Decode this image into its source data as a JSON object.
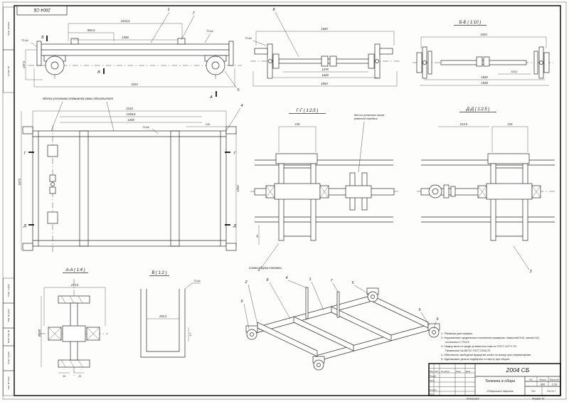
{
  "stamp": {
    "designation": "2004 СБ"
  },
  "margin": {
    "perv_primen": "Перв. примен.",
    "sprav_no": "Справ. №",
    "podp_data_1": "Подп. и дата",
    "inv_dubl": "Инв. № дубл.",
    "vzam_inv": "Взам. инв. №",
    "podp_data_2": "Подп. и дата",
    "inv_podl": "Инв. № подл."
  },
  "sections": {
    "a": "А",
    "b": "Б",
    "v": "В",
    "g": "Г",
    "d": "Д"
  },
  "callouts": {
    "c1": "1",
    "c2": "2",
    "c3": "3",
    "c4": "4",
    "c5": "5",
    "c6": "6",
    "c7": "7",
    "c8": "8"
  },
  "weld_tag": "Т3-∆4",
  "view_side": {
    "dim_1434": "1434,4",
    "dim_594": "594,4",
    "dim_1358": "1358",
    "dim_2324": "2324",
    "dim_137": "137,5"
  },
  "view_axle": {
    "dim_1660": "1660",
    "dim_1378": "1378",
    "dim_1628": "1628",
    "dim_1854": "1854"
  },
  "view_bb": {
    "title": "Б-Б ( 1:10 )",
    "dim_1503": "1503",
    "dim_526": "526,4",
    "dim_1920": "1920",
    "dim_1928": "1928"
  },
  "view_plan": {
    "caption": "Места установки подвижной рамы обогатителя",
    "dim_2318": "2318",
    "dim_1358_8": "1358,8",
    "dim_1358": "1358",
    "dim_228": "228",
    "dim_1254": "1254",
    "dim_1873": "1873"
  },
  "view_gg": {
    "title": "Г-Г ( 1:2,5 )",
    "pulley_note_1": "Место установки шкива",
    "pulley_note_2": "ременной передачи",
    "dim_215": "215",
    "dim_32": "32"
  },
  "view_dd": {
    "title": "Д-Д ( 1:2,5 )",
    "dim_213": "213,5",
    "dim_215": "215"
  },
  "view_aa": {
    "title": "А-А ( 1:4 )",
    "dim_213": "213,5",
    "dim_d550": "Ø550",
    "dim_30": "30",
    "dim_15": "15"
  },
  "view_v": {
    "title": "В ( 1:2 )",
    "dim_194": "194,4",
    "dim_47": "4,7"
  },
  "view_iso": {
    "caption": "Схема сборки тележки"
  },
  "notes": [
    "1. *Размеры для справок.",
    "2. Неуказанные предельные отклонения размеров: отверстий Н14, валов h14,",
    "остальных ± IT14/2.",
    "3. Сварку вести в среде углекислого газа по ГОСТ 14771-76.",
    "Проволока Св-08Г2С ГОСТ 2246-70.",
    "4. Обеспечить свободное вращение колёс по всему пути перемещения.",
    "5. Одинаковые детали подбирать по месту при сборке."
  ],
  "title_block": {
    "designation": "2004 СБ",
    "name": "Тележка в сборе",
    "doc_type": "Сборочный чертеж",
    "col_izm": "Изм.",
    "col_list": "Лист",
    "col_doc": "№ докум.",
    "col_podp": "Подп.",
    "col_data": "Дата",
    "row_razrab": "Разраб.",
    "row_prov": "Пров.",
    "row_nkontr": "Н.контр.",
    "row_utv": "Утв.",
    "lit_label": "Лит.",
    "mass_label": "Масса",
    "scale_label": "Масштаб",
    "mass_value": "600",
    "scale_value": "1:10",
    "sheet_label": "Лист",
    "sheets_label": "Листов 1",
    "copied": "Копировал",
    "format": "Формат А1"
  }
}
